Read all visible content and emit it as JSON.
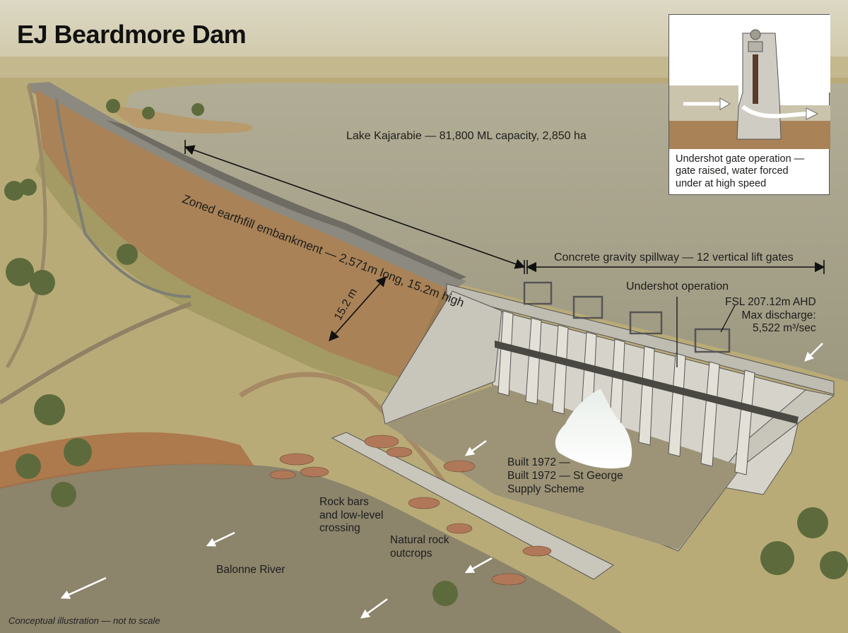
{
  "title": "EJ Beardmore Dam",
  "labels": {
    "lake": "Lake Kajarabie — 81,800 ML capacity, 2,850 ha",
    "embankment": "Zoned earthfill embankment — 2,571m long, 15.2m high",
    "embankment_height": "15.2 m",
    "spillway": "Concrete gravity spillway — 12 vertical lift gates",
    "undershot": "Undershot operation",
    "fsl": "FSL 207.12m AHD\nMax discharge:\n5,522 m³/sec",
    "built_line1": "Built 1972 —",
    "built_line2": "Built 1972 — St George",
    "built_line3": "Supply Scheme",
    "rock_bars": "Rock bars\nand low-level\ncrossing",
    "outcrops": "Natural rock\noutcrops",
    "river": "Balonne River",
    "note": "Conceptual illustration — not to scale"
  },
  "inset": {
    "caption": "Undershot gate operation —\ngate raised, water forced\nunder at high speed"
  },
  "colors": {
    "lake": "#a39f88",
    "grass": "#b6a774",
    "soil": "#a9835a",
    "concrete": "#cfccc3",
    "river": "#8c846b",
    "tree": "#5d6b3c"
  }
}
